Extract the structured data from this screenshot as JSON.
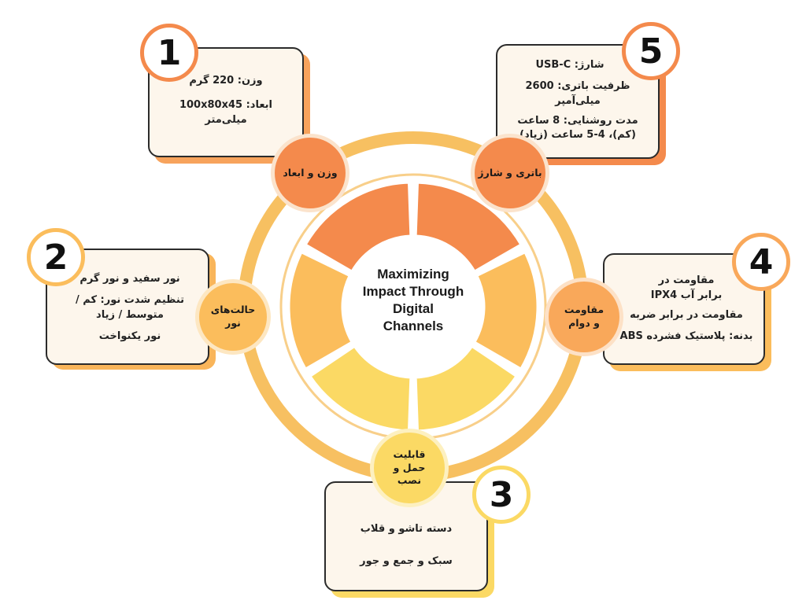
{
  "center": {
    "title_lines": [
      "Maximizing",
      "Impact Through",
      "Digital",
      "Channels"
    ]
  },
  "colors": {
    "ring": "#f7c061",
    "orange_dark": "#f48a4c",
    "orange_mid": "#f9a85a",
    "orange_light": "#fbbd5c",
    "yellow": "#fbd964",
    "card_bg": "#fdf6ec"
  },
  "sections": [
    {
      "number": "1",
      "badge": "وزن و ابعاد",
      "lines": [
        "وزن: 220 گرم",
        "ابعاد: 100x80x45 میلی‌متر"
      ]
    },
    {
      "number": "2",
      "badge": "حالت‌های نور",
      "lines": [
        "نور سفید و نور گرم",
        "تنظیم شدت نور: کم / متوسط / زیاد",
        "نور یکنواخت"
      ]
    },
    {
      "number": "3",
      "badge": "قابلیت حمل و نصب",
      "lines": [
        "دسته تاشو و قلاب",
        "سبک و جمع و جور"
      ]
    },
    {
      "number": "4",
      "badge": "مقاومت و دوام",
      "lines": [
        "مقاومت در برابر آب IPX4",
        "مقاومت در برابر ضربه",
        "بدنه: پلاستیک فشرده ABS"
      ]
    },
    {
      "number": "5",
      "badge": "باتری و شارژ",
      "lines": [
        "شارژ: USB-C",
        "ظرفیت باتری: 2600 میلی‌آمپر",
        "مدت روشنایی: 8 ساعت (کم)، 4-5 ساعت (زیاد)"
      ]
    }
  ]
}
